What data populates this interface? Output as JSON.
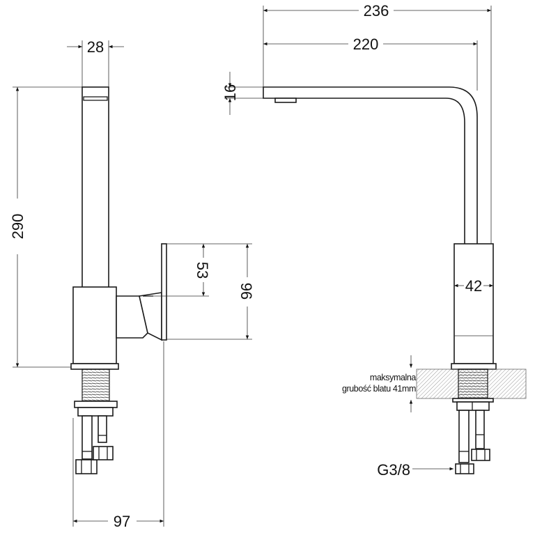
{
  "drawing": {
    "left_view": {
      "dim_spout_width": "28",
      "dim_total_height": "290",
      "dim_handle_offset": "53",
      "dim_handle_height": "96",
      "dim_depth": "97"
    },
    "right_view": {
      "dim_total_reach": "236",
      "dim_spout_reach": "220",
      "dim_spout_thickness": "16",
      "dim_body_diameter": "42",
      "note_line1": "maksymalna",
      "note_line2": "grubość blatu 41mm",
      "connection_label": "G3/8"
    }
  }
}
